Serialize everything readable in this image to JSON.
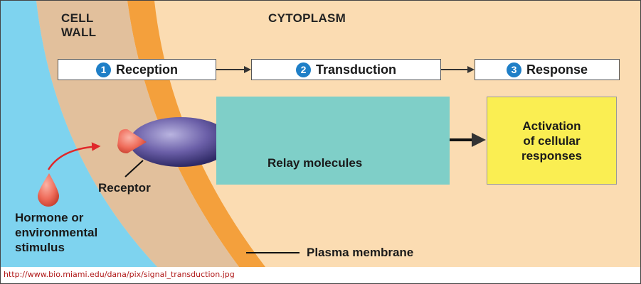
{
  "regions": {
    "cell_wall": "CELL\nWALL",
    "cytoplasm": "CYTOPLASM"
  },
  "steps": [
    {
      "number": "1",
      "label": "Reception"
    },
    {
      "number": "2",
      "label": "Transduction"
    },
    {
      "number": "3",
      "label": "Response"
    }
  ],
  "labels": {
    "relay_molecules": "Relay molecules",
    "activation": "Activation\nof cellular\nresponses",
    "receptor": "Receptor",
    "stimulus": "Hormone or\nenvironmental\nstimulus",
    "plasma_membrane": "Plasma membrane"
  },
  "source_url": "http://www.bio.miami.edu/dana/pix/signal_transduction.jpg",
  "colors": {
    "extracellular": "#7ed3ef",
    "cell_wall": "#e2c09c",
    "membrane": "#f4a03c",
    "cytoplasm": "#fbdcb2",
    "relay_box": "#7fcfc8",
    "activation_box": "#faee52",
    "step_number": "#1f7fc7",
    "receptor": "#6b5fa8",
    "ligand": "#f07a68"
  },
  "icons": {
    "receptor": "receptor-protein-icon",
    "ligand": "hormone-droplet-icon"
  }
}
